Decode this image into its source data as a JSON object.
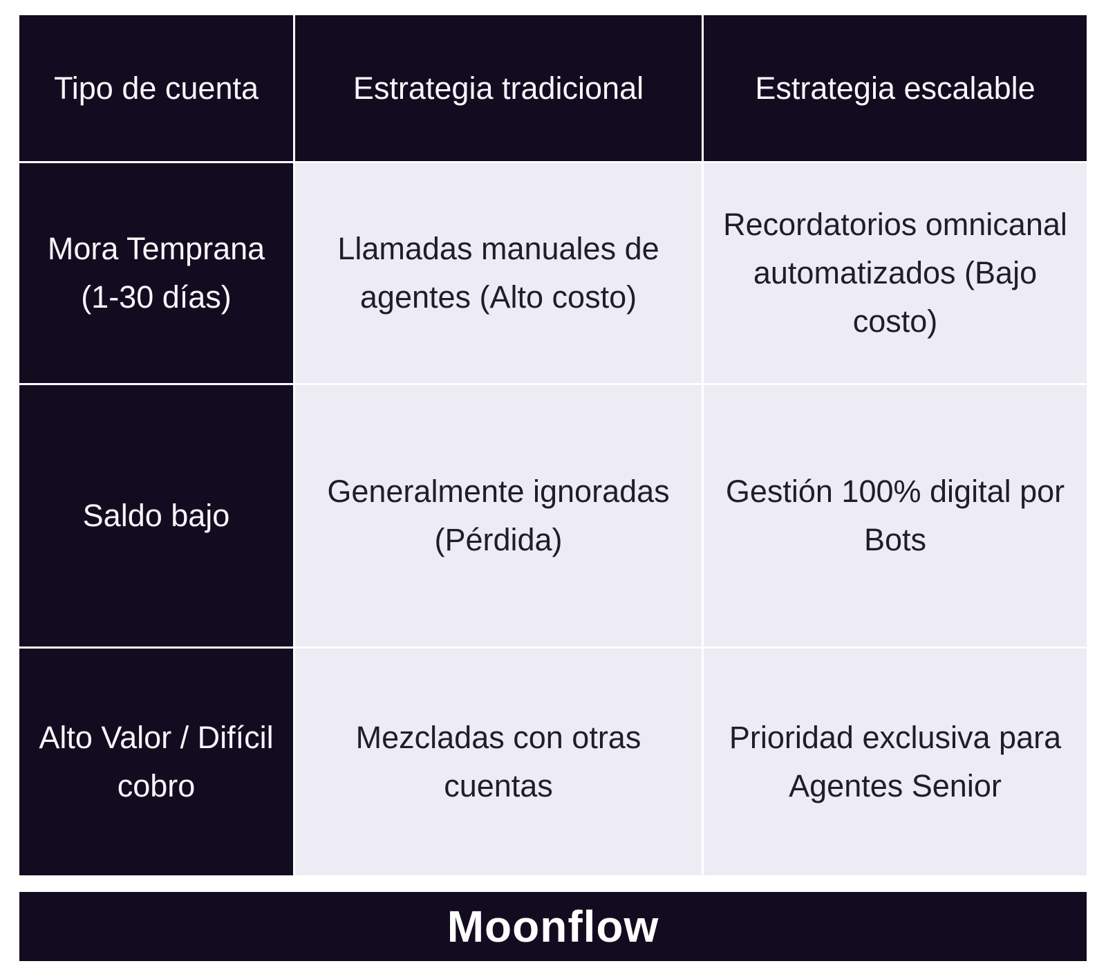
{
  "colors": {
    "page_background": "#ffffff",
    "dark_cell_background": "#130c21",
    "light_cell_background": "#edebf4",
    "dark_cell_text": "#f8f6fa",
    "light_cell_text": "#211c2a",
    "footer_background": "#130c21",
    "footer_text": "#ffffff",
    "grid_line": "#ffffff"
  },
  "chart_data": {
    "type": "table",
    "title": "",
    "columns": [
      "Tipo de cuenta",
      "Estrategia tradicional",
      "Estrategia escalable"
    ],
    "rows": [
      [
        "Mora Temprana (1-30 días)",
        "Llamadas manuales de agentes (Alto costo)",
        "Recordatorios omnicanal automatizados (Bajo costo)"
      ],
      [
        "Saldo bajo",
        "Generalmente ignoradas (Pérdida)",
        "Gestión 100% digital por Bots"
      ],
      [
        "Alto Valor / Difícil cobro",
        "Mezcladas con otras cuentas",
        "Prioridad exclusiva para Agentes Senior"
      ]
    ],
    "layout_hints": {
      "header_style": "dark row",
      "first_column_style": "dark column",
      "grid": "white separators"
    }
  },
  "footer": {
    "brand": "Moonflow"
  }
}
